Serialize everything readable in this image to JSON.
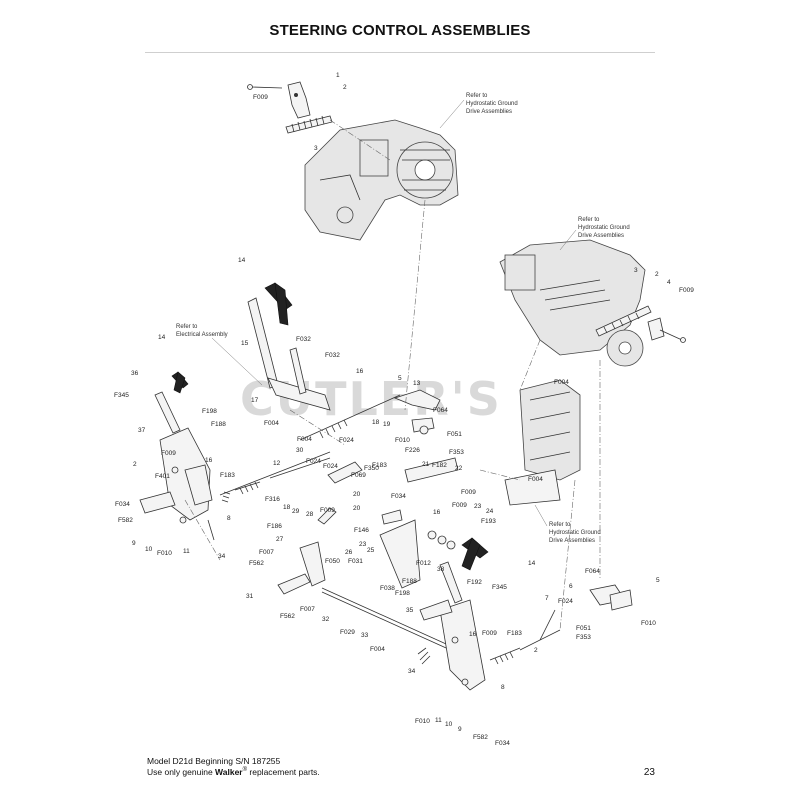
{
  "page": {
    "title": "STEERING CONTROL ASSEMBLIES",
    "footer_line1": "Model D21d Beginning S/N 187255",
    "footer_line2_pre": "Use only genuine ",
    "footer_line2_brand": "Walker",
    "footer_line2_reg": "®",
    "footer_line2_post": " replacement parts.",
    "page_number": "23",
    "watermark": "CUTLER'S"
  },
  "notes": {
    "hydro_top": [
      "Refer to",
      "Hydrostatic Ground",
      "Drive Assemblies"
    ],
    "hydro_right": [
      "Refer to",
      "Hydrostatic Ground",
      "Drive Assemblies"
    ],
    "hydro_bottom": [
      "Refer to",
      "Hydrostatic Ground",
      "Drive Assemblies"
    ],
    "electrical": [
      "Refer to",
      "Electrical Assembly"
    ]
  },
  "callouts": [
    "F009",
    "1",
    "2",
    "3",
    "14",
    "15",
    "F032",
    "F032",
    "16",
    "F345",
    "36",
    "14",
    "37",
    "F198",
    "F188",
    "F009",
    "F401",
    "2",
    "16",
    "F183",
    "F034",
    "F582",
    "9",
    "10",
    "F010",
    "11",
    "34",
    "8",
    "17",
    "F004",
    "F004",
    "F024",
    "5",
    "13",
    "18",
    "19",
    "F010",
    "F064",
    "F051",
    "F226",
    "F353",
    "12",
    "30",
    "F024",
    "F024",
    "F183",
    "F350",
    "21",
    "F182",
    "22",
    "F069",
    "F316",
    "18",
    "29",
    "28",
    "20",
    "20",
    "F034",
    "F009",
    "16",
    "F009",
    "23",
    "24",
    "F193",
    "F186",
    "27",
    "F009",
    "26",
    "F146",
    "23",
    "25",
    "F007",
    "F562",
    "F050",
    "F031",
    "F012",
    "F038",
    "F188",
    "F198",
    "38",
    "F192",
    "F345",
    "14",
    "31",
    "F007",
    "F562",
    "32",
    "F029",
    "33",
    "F004",
    "35",
    "16",
    "F009",
    "F183",
    "7",
    "F024",
    "F051",
    "F353",
    "6",
    "5",
    "F064",
    "F010",
    "2",
    "34",
    "8",
    "F010",
    "11",
    "10",
    "9",
    "F582",
    "F034",
    "3",
    "2",
    "4",
    "F009",
    "F004",
    "F004"
  ]
}
